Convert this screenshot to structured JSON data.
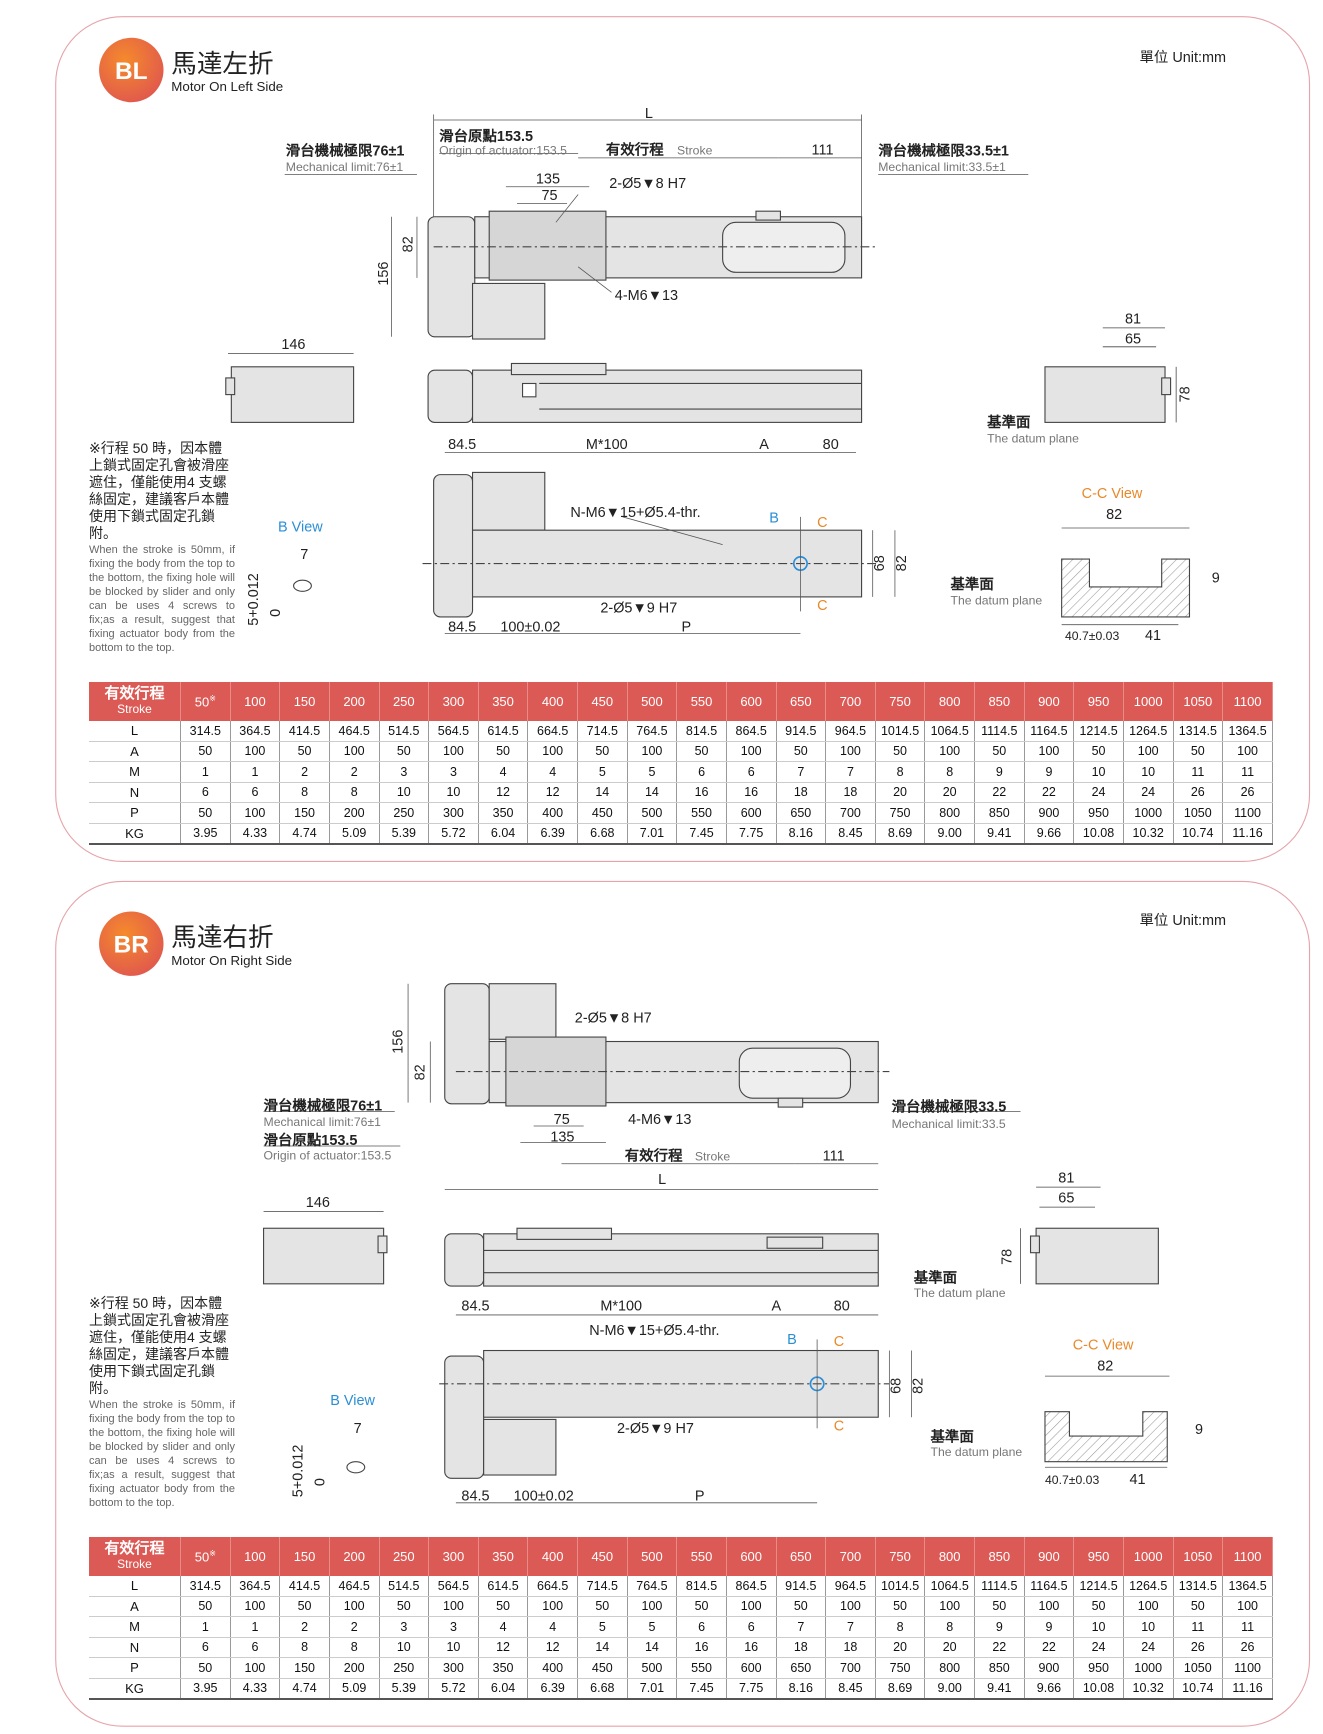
{
  "panels": [
    {
      "badge": "BL",
      "title_cn": "馬達左折",
      "title_en": "Motor On Left Side",
      "unit": "單位 Unit:mm",
      "labels": {
        "L": "L",
        "origin_cn": "滑台原點153.5",
        "origin_en": "Origin of actuator:153.5",
        "mech_left_cn": "滑台機械極限76±1",
        "mech_left_en": "Mechanical limit:76±1",
        "stroke_cn": "有效行程",
        "stroke_en": "Stroke",
        "d111": "111",
        "mech_right_cn": "滑台機械極限33.5±1",
        "mech_right_en": "Mechanical limit:33.5±1",
        "d135": "135",
        "d75": "75",
        "pin_hole": "2-Ø5▼8 H7",
        "d82": "82",
        "d156": "156",
        "tap_hole": "4-M6▼13",
        "d146": "146",
        "d81": "81",
        "d65": "65",
        "d78": "78",
        "datum_cn": "基準面",
        "datum_en": "The datum plane",
        "d84_5": "84.5",
        "m100": "M*100",
        "A": "A",
        "d80": "80",
        "cc_view": "C-C View",
        "cc82": "82",
        "b_view": "B View",
        "n_hole": "N-M6▼15+Ø5.4-thr.",
        "B": "B",
        "C": "C",
        "d68": "68",
        "d7": "7",
        "tol5": "5+0.012",
        "zero": "0",
        "d9": "9",
        "bottom_pin": "2-Ø5▼9 H7",
        "d100": "100±0.02",
        "P": "P",
        "d40_7": "40.7±0.03",
        "d41": "41"
      }
    },
    {
      "badge": "BR",
      "title_cn": "馬達右折",
      "title_en": "Motor On Right Side",
      "unit": "單位 Unit:mm",
      "labels": {
        "L": "L",
        "origin_cn": "滑台原點153.5",
        "origin_en": "Origin of actuator:153.5",
        "mech_left_cn": "滑台機械極限76±1",
        "mech_left_en": "Mechanical limit:76±1",
        "stroke_cn": "有效行程",
        "stroke_en": "Stroke",
        "d111": "111",
        "mech_right_cn": "滑台機械極限33.5",
        "mech_right_en": "Mechanical limit:33.5",
        "d135": "135",
        "d75": "75",
        "pin_hole": "2-Ø5▼8 H7",
        "d82": "82",
        "d156": "156",
        "tap_hole": "4-M6▼13",
        "d146": "146",
        "d81": "81",
        "d65": "65",
        "d78": "78",
        "datum_cn": "基準面",
        "datum_en": "The datum plane",
        "d84_5": "84.5",
        "m100": "M*100",
        "A": "A",
        "d80": "80",
        "cc_view": "C-C View",
        "cc82": "82",
        "b_view": "B View",
        "n_hole": "N-M6▼15+Ø5.4-thr.",
        "B": "B",
        "C": "C",
        "d68": "68",
        "d7": "7",
        "tol5": "5+0.012",
        "zero": "0",
        "d9": "9",
        "bottom_pin": "2-Ø5▼9 H7",
        "d100": "100±0.02",
        "P": "P",
        "d40_7": "40.7±0.03",
        "d41": "41"
      }
    }
  ],
  "note": {
    "cn": "※行程 50 時，因本體上鎖式固定孔會被滑座遮住，僅能使用4 支螺絲固定，建議客戶本體使用下鎖式固定孔鎖附。",
    "en": "When the stroke is 50mm, if fixing the body from the top to the bottom, the fixing hole will be blocked by slider and only can be uses 4 screws to fix;as a result, suggest that fixing actuator body from the bottom to the top."
  },
  "spec_table": {
    "header_cn": "有效行程",
    "header_en": "Stroke",
    "footnote_mark": "※",
    "strokes": [
      "50",
      "100",
      "150",
      "200",
      "250",
      "300",
      "350",
      "400",
      "450",
      "500",
      "550",
      "600",
      "650",
      "700",
      "750",
      "800",
      "850",
      "900",
      "950",
      "1000",
      "1050",
      "1100"
    ],
    "rows": [
      {
        "label": "L",
        "values": [
          "314.5",
          "364.5",
          "414.5",
          "464.5",
          "514.5",
          "564.5",
          "614.5",
          "664.5",
          "714.5",
          "764.5",
          "814.5",
          "864.5",
          "914.5",
          "964.5",
          "1014.5",
          "1064.5",
          "1114.5",
          "1164.5",
          "1214.5",
          "1264.5",
          "1314.5",
          "1364.5"
        ]
      },
      {
        "label": "A",
        "values": [
          "50",
          "100",
          "50",
          "100",
          "50",
          "100",
          "50",
          "100",
          "50",
          "100",
          "50",
          "100",
          "50",
          "100",
          "50",
          "100",
          "50",
          "100",
          "50",
          "100",
          "50",
          "100"
        ]
      },
      {
        "label": "M",
        "values": [
          "1",
          "1",
          "2",
          "2",
          "3",
          "3",
          "4",
          "4",
          "5",
          "5",
          "6",
          "6",
          "7",
          "7",
          "8",
          "8",
          "9",
          "9",
          "10",
          "10",
          "11",
          "11"
        ]
      },
      {
        "label": "N",
        "values": [
          "6",
          "6",
          "8",
          "8",
          "10",
          "10",
          "12",
          "12",
          "14",
          "14",
          "16",
          "16",
          "18",
          "18",
          "20",
          "20",
          "22",
          "22",
          "24",
          "24",
          "26",
          "26"
        ]
      },
      {
        "label": "P",
        "values": [
          "50",
          "100",
          "150",
          "200",
          "250",
          "300",
          "350",
          "400",
          "450",
          "500",
          "550",
          "600",
          "650",
          "700",
          "750",
          "800",
          "850",
          "900",
          "950",
          "1000",
          "1050",
          "1100"
        ]
      },
      {
        "label": "KG",
        "values": [
          "3.95",
          "4.33",
          "4.74",
          "5.09",
          "5.39",
          "5.72",
          "6.04",
          "6.39",
          "6.68",
          "7.01",
          "7.45",
          "7.75",
          "8.16",
          "8.45",
          "8.69",
          "9.00",
          "9.41",
          "9.66",
          "10.08",
          "10.32",
          "10.74",
          "11.16"
        ]
      }
    ]
  },
  "colors": {
    "accent": "#dc5a55",
    "badge": "#ee6d35",
    "blue": "#2a8fd6",
    "orange": "#e8892a",
    "border": "#e6a3aa"
  }
}
